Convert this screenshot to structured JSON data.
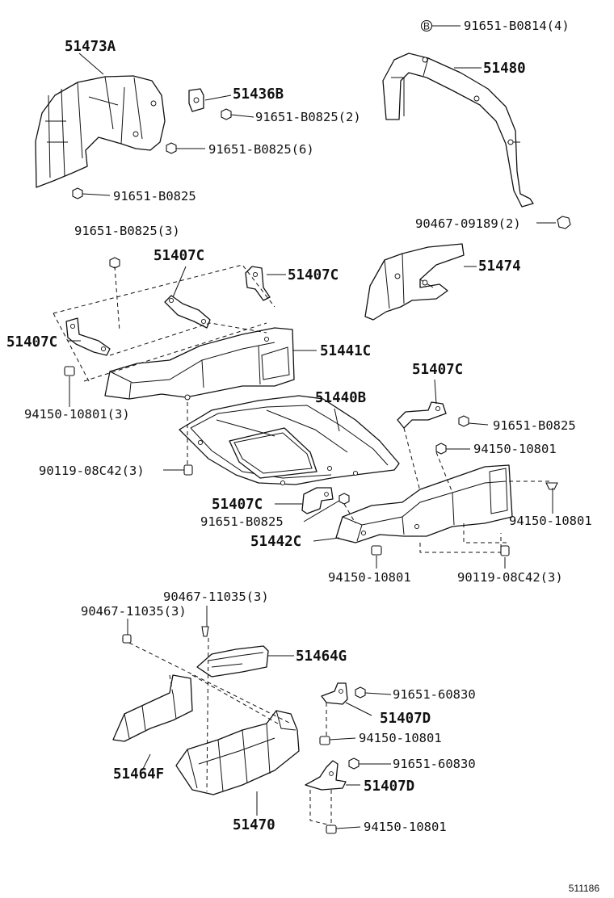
{
  "diagram_code": "511186",
  "circle_mark": "B",
  "labels": {
    "p51473A": "51473A",
    "p51436B": "51436B",
    "f_b0825_2_top": "91651-B0825(2)",
    "f_b0825_6": "91651-B0825(6)",
    "f_b0825_a": "91651-B0825",
    "f_b0814_4": "91651-B0814(4)",
    "p51480": "51480",
    "f_09189_2": "90467-09189(2)",
    "f_b0825_3": "91651-B0825(3)",
    "p51407C_a": "51407C",
    "p51407C_b": "51407C",
    "p51407C_c": "51407C",
    "p51474": "51474",
    "p51441C": "51441C",
    "f_10801_3": "94150-10801(3)",
    "p51440B": "51440B",
    "p51407C_d": "51407C",
    "f_b0825_b": "91651-B0825",
    "f_10801_a": "94150-10801",
    "f_08c42_3_a": "90119-08C42(3)",
    "p51407C_e": "51407C",
    "f_b0825_c": "91651-B0825",
    "f_10801_b": "94150-10801",
    "p51442C": "51442C",
    "f_10801_c": "94150-10801",
    "f_08c42_3_b": "90119-08C42(3)",
    "f_11035_3_a": "90467-11035(3)",
    "f_11035_3_b": "90467-11035(3)",
    "p51464G": "51464G",
    "f_60830_a": "91651-60830",
    "p51407D_a": "51407D",
    "f_10801_d": "94150-10801",
    "f_60830_b": "91651-60830",
    "p51464F": "51464F",
    "p51407D_b": "51407D",
    "p51470": "51470",
    "f_10801_e": "94150-10801"
  }
}
